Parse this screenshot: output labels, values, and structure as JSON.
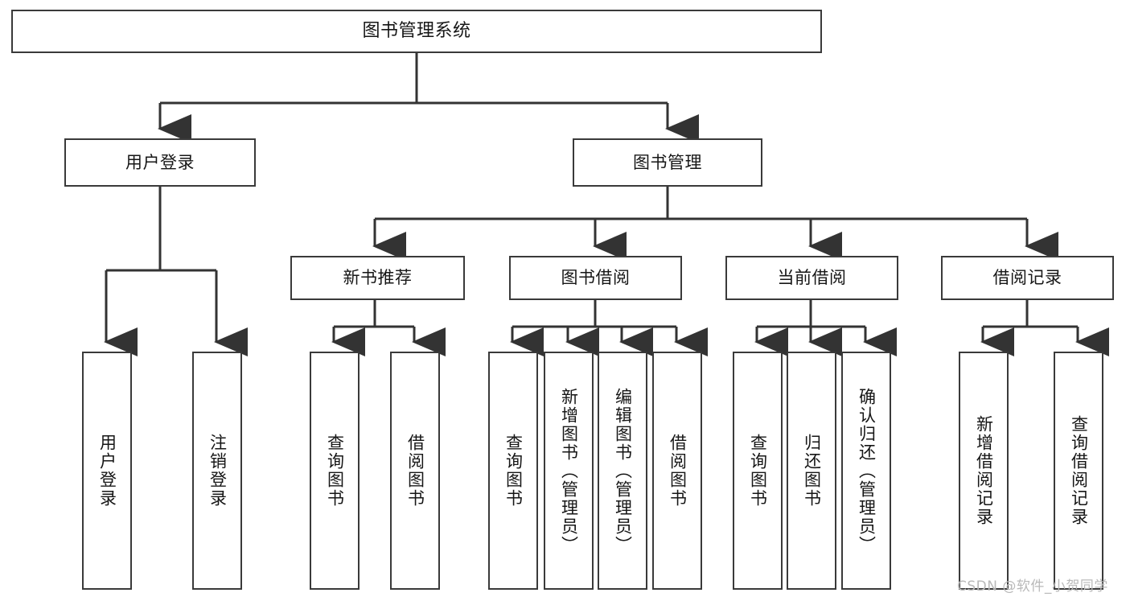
{
  "diagram": {
    "type": "tree-hierarchy",
    "title": "图书管理系统",
    "watermark": "CSDN @软件_小贺同学",
    "colors": {
      "box_border": "#3a3a3a",
      "box_fill": "#ffffff",
      "connector": "#333333",
      "text": "#161616",
      "watermark": "#b9b9b9",
      "background": "#ffffff"
    },
    "levels": {
      "root": "图书管理系统",
      "level1": [
        "用户登录",
        "图书管理"
      ],
      "level2": [
        "新书推荐",
        "图书借阅",
        "当前借阅",
        "借阅记录"
      ],
      "level3": [
        "用户登录",
        "注销登录",
        "查询图书",
        "借阅图书",
        "查询图书",
        "新增图书（管理员）",
        "编辑图书（管理员）",
        "借阅图书",
        "查询图书",
        "归还图书",
        "确认归还（管理员）",
        "新增借阅记录",
        "查询借阅记录"
      ]
    },
    "nodes": {
      "root": {
        "label": "图书管理系统"
      },
      "user_login": {
        "label": "用户登录"
      },
      "book_manage": {
        "label": "图书管理"
      },
      "new_book_rec": {
        "label": "新书推荐"
      },
      "book_borrow": {
        "label": "图书借阅"
      },
      "current_borrow": {
        "label": "当前借阅"
      },
      "borrow_record": {
        "label": "借阅记录"
      },
      "leaf_user_login": {
        "label": "用户登录"
      },
      "leaf_logout": {
        "label": "注销登录"
      },
      "leaf_query_book_1": {
        "label": "查询图书"
      },
      "leaf_borrow_book_1": {
        "label": "借阅图书"
      },
      "leaf_query_book_2": {
        "label": "查询图书"
      },
      "leaf_add_book": {
        "label": "新增图书（管理员）"
      },
      "leaf_edit_book": {
        "label": "编辑图书（管理员）"
      },
      "leaf_borrow_book_2": {
        "label": "借阅图书"
      },
      "leaf_query_book_3": {
        "label": "查询图书"
      },
      "leaf_return_book": {
        "label": "归还图书"
      },
      "leaf_confirm_return": {
        "label": "确认归还（管理员）"
      },
      "leaf_add_record": {
        "label": "新增借阅记录"
      },
      "leaf_query_record": {
        "label": "查询借阅记录"
      }
    },
    "edges": [
      {
        "from": "root",
        "to": "user_login"
      },
      {
        "from": "root",
        "to": "book_manage"
      },
      {
        "from": "user_login",
        "to": "leaf_user_login"
      },
      {
        "from": "user_login",
        "to": "leaf_logout"
      },
      {
        "from": "book_manage",
        "to": "new_book_rec"
      },
      {
        "from": "book_manage",
        "to": "book_borrow"
      },
      {
        "from": "book_manage",
        "to": "current_borrow"
      },
      {
        "from": "book_manage",
        "to": "borrow_record"
      },
      {
        "from": "new_book_rec",
        "to": "leaf_query_book_1"
      },
      {
        "from": "new_book_rec",
        "to": "leaf_borrow_book_1"
      },
      {
        "from": "book_borrow",
        "to": "leaf_query_book_2"
      },
      {
        "from": "book_borrow",
        "to": "leaf_add_book"
      },
      {
        "from": "book_borrow",
        "to": "leaf_edit_book"
      },
      {
        "from": "book_borrow",
        "to": "leaf_borrow_book_2"
      },
      {
        "from": "current_borrow",
        "to": "leaf_query_book_3"
      },
      {
        "from": "current_borrow",
        "to": "leaf_return_book"
      },
      {
        "from": "current_borrow",
        "to": "leaf_confirm_return"
      },
      {
        "from": "borrow_record",
        "to": "leaf_add_record"
      },
      {
        "from": "borrow_record",
        "to": "leaf_query_record"
      }
    ]
  }
}
